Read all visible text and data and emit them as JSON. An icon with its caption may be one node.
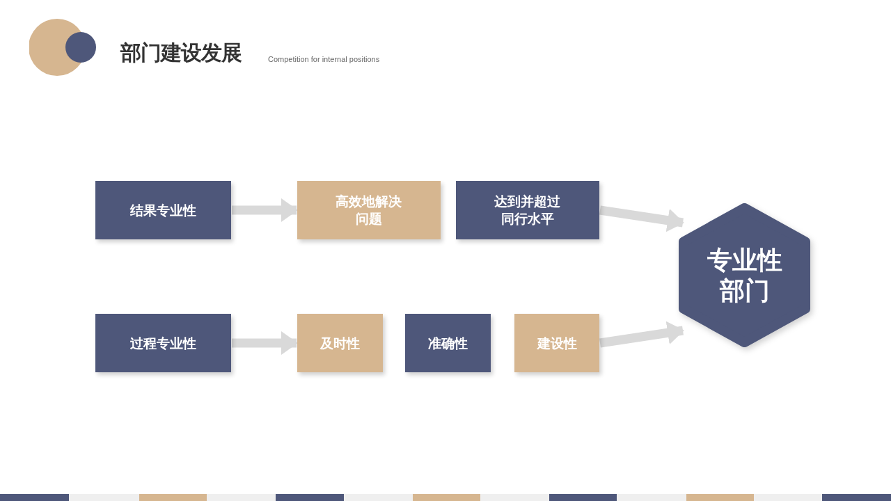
{
  "diagram": {
    "title": "部门建设发展",
    "nodes": [
      {
        "text": [
          "结果专业性"
        ]
      },
      {
        "text": [
          "高效地解决问题"
        ]
      },
      {
        "text": [
          "达到并超过同行水平"
        ]
      },
      {
        "text": [
          "过程专业性"
        ]
      },
      {
        "text": [
          "及时性"
        ]
      },
      {
        "text": [
          "准确性"
        ]
      },
      {
        "text": [
          "建设性"
        ]
      },
      {
        "text": [
          "专业性部门"
        ]
      }
    ],
    "edges": [
      {
        "from": 0,
        "to": 1,
        "arrow": "to"
      },
      {
        "from": 2,
        "to": 7,
        "arrow": "to"
      },
      {
        "from": 3,
        "to": 4,
        "arrow": "to"
      },
      {
        "from": 6,
        "to": 7,
        "arrow": "to"
      }
    ],
    "labels": [
      "Competition for internal positions"
    ]
  }
}
